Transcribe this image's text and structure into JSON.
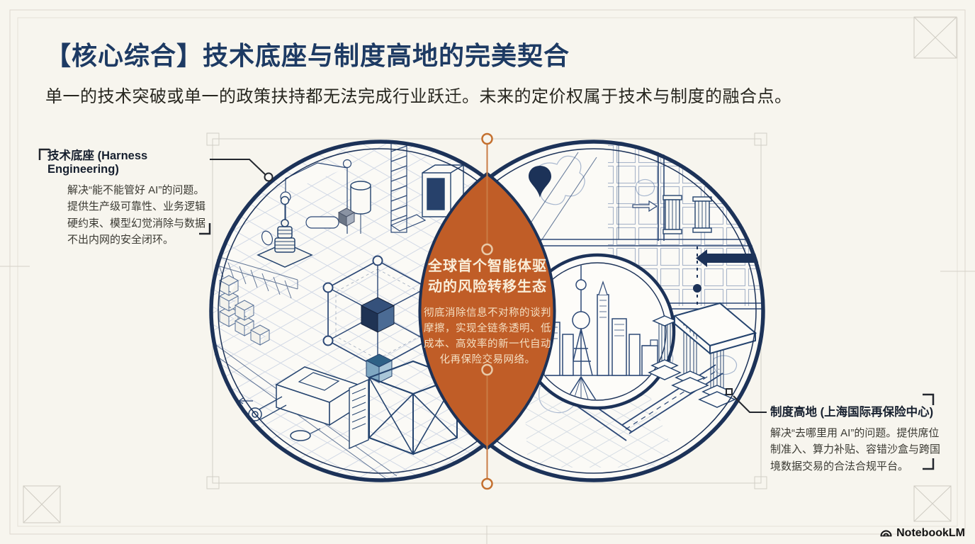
{
  "header": {
    "title": "【核心综合】技术底座与制度高地的完美契合",
    "subtitle": "单一的技术突破或单一的政策扶持都无法完成行业跃迁。未来的定价权属于技术与制度的融合点。"
  },
  "left_annotation": {
    "title": "技术底座 (Harness Engineering)",
    "body": "解决“能不能管好 AI”的问题。提供生产级可靠性、业务逻辑硬约束、模型幻觉消除与数据不出内网的安全闭环。"
  },
  "right_annotation": {
    "title": "制度高地 (上海国际再保险中心)",
    "body": "解决“去哪里用 AI”的问题。提供席位制准入、算力补贴、容错沙盒与跨国境数据交易的合法合规平台。"
  },
  "center_lens": {
    "title_line1": "全球首个智能体驱",
    "title_line2": "动的风险转移生态",
    "body": "彻底消除信息不对称的谈判摩擦，实现全链条透明、低成本、高效率的新一代自动化再保险交易网络。"
  },
  "venn": {
    "left_circle_theme": "technical-blueprint",
    "right_circle_theme": "city-map-institution"
  },
  "watermark": {
    "label": "NotebookLM"
  },
  "colors": {
    "background": "#f7f5ee",
    "navy": "#1c3258",
    "line_blue": "#2c4876",
    "orange_lens": "#c05d27",
    "orange_line": "#c97c45",
    "cream_text": "#f9edd8",
    "title_navy": "#1d3a63"
  }
}
